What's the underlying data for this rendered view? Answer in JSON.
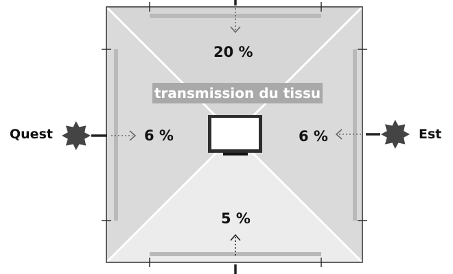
{
  "center_label": "transmission du tissu",
  "sides": {
    "top": {
      "percent": "20 %"
    },
    "bottom": {
      "percent": "5 %"
    },
    "west": {
      "percent": "6 %",
      "label": "Quest"
    },
    "east": {
      "percent": "6 %",
      "label": "Est"
    }
  },
  "colors": {
    "top_panel": "#d6d6d6",
    "side_panel": "#dadada",
    "bottom_panel": "#ececec",
    "title_bg": "#a9a9a9",
    "sun": "#444444",
    "ink": "#111111"
  }
}
